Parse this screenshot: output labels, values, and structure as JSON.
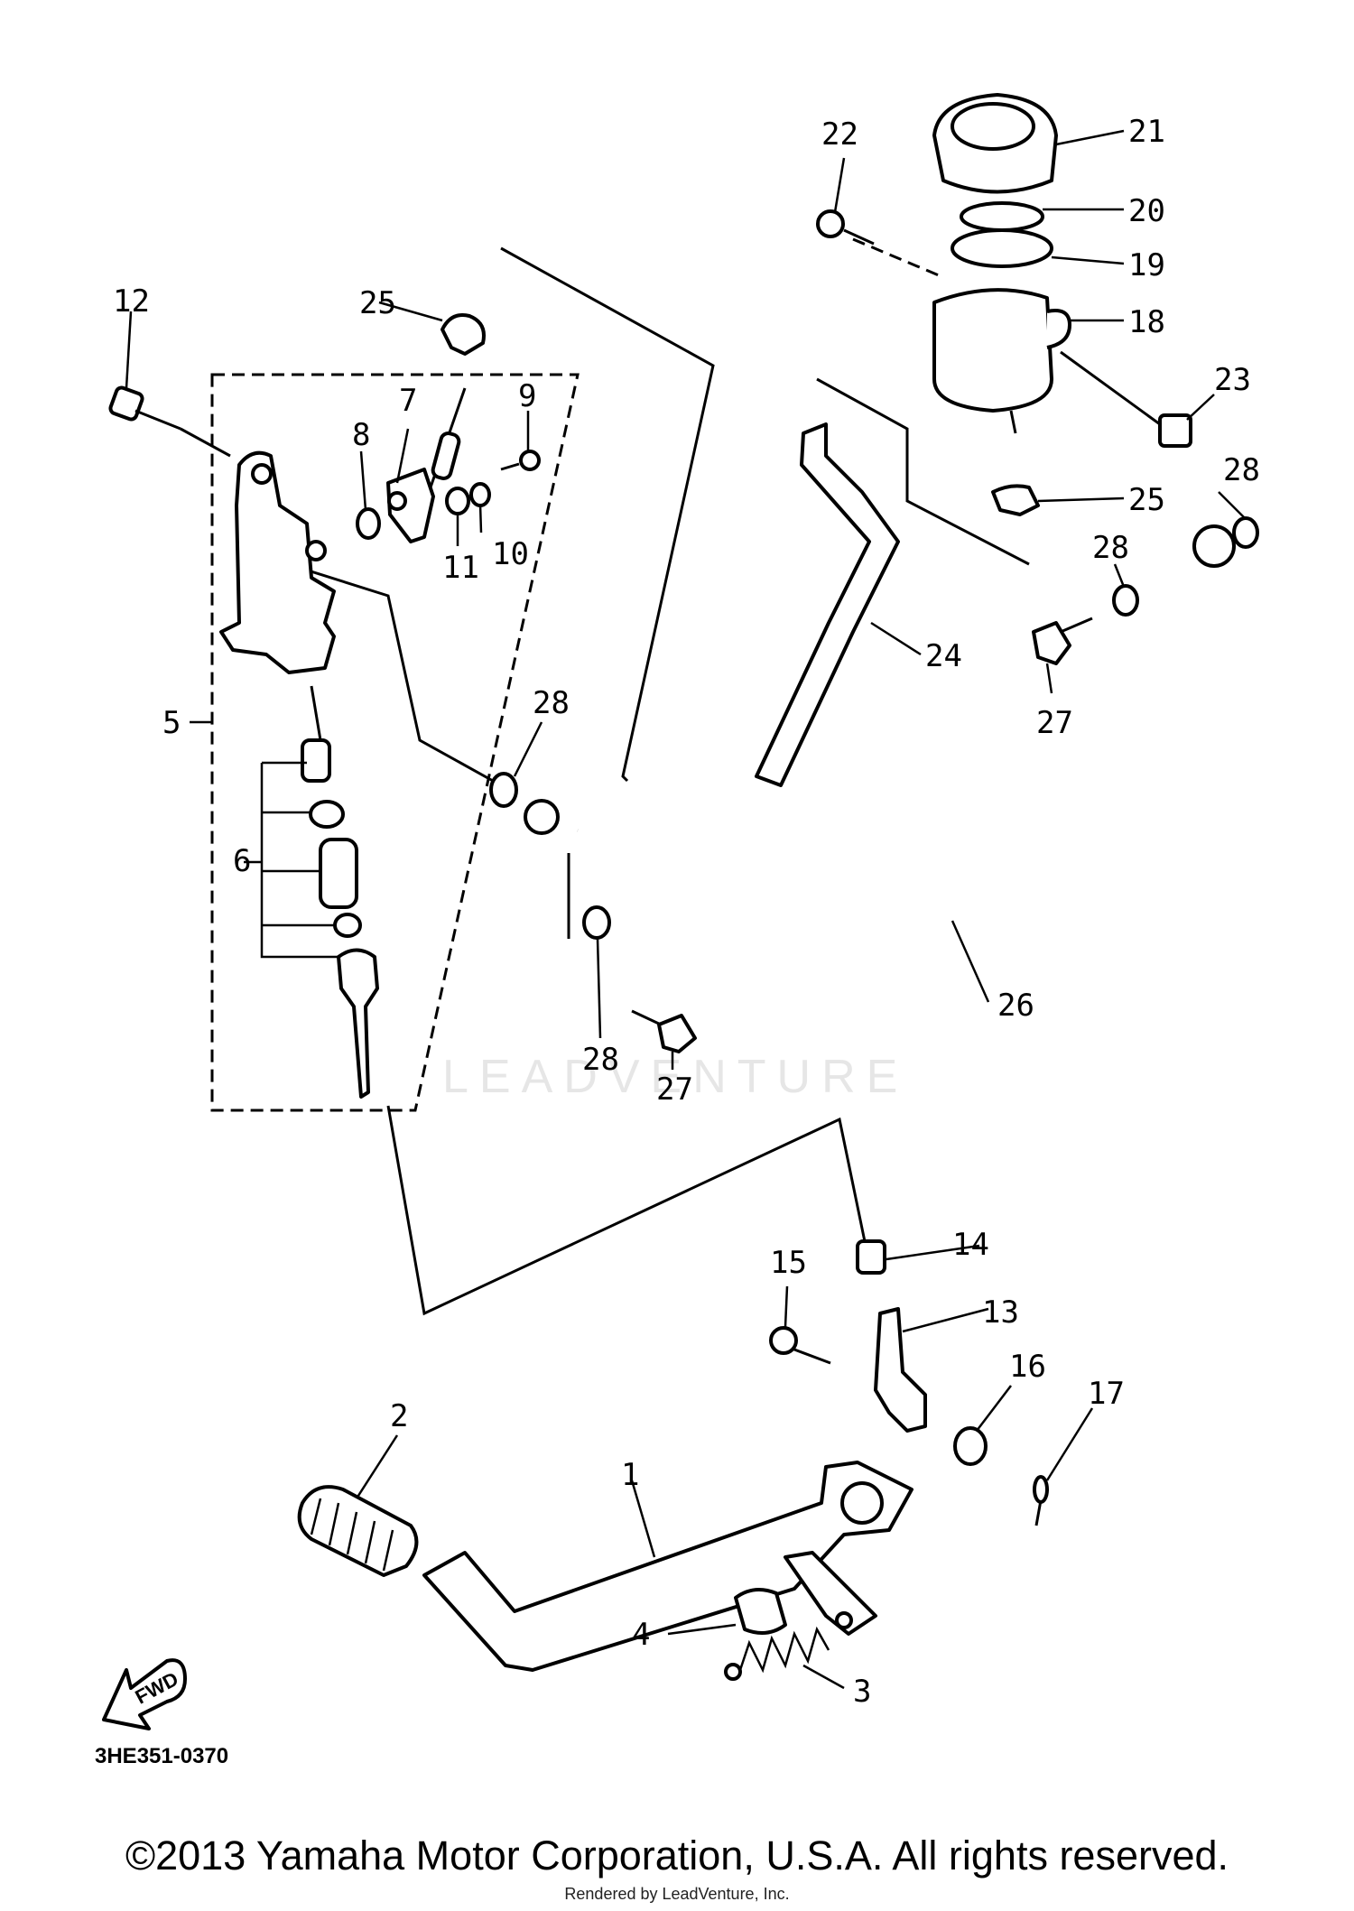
{
  "diagram": {
    "callouts": [
      {
        "id": "1",
        "label": "1"
      },
      {
        "id": "2",
        "label": "2"
      },
      {
        "id": "3",
        "label": "3"
      },
      {
        "id": "4",
        "label": "4"
      },
      {
        "id": "5",
        "label": "5"
      },
      {
        "id": "6",
        "label": "6"
      },
      {
        "id": "7",
        "label": "7"
      },
      {
        "id": "8",
        "label": "8"
      },
      {
        "id": "9",
        "label": "9"
      },
      {
        "id": "10",
        "label": "10"
      },
      {
        "id": "11",
        "label": "11"
      },
      {
        "id": "12",
        "label": "12"
      },
      {
        "id": "13",
        "label": "13"
      },
      {
        "id": "14",
        "label": "14"
      },
      {
        "id": "15",
        "label": "15"
      },
      {
        "id": "16",
        "label": "16"
      },
      {
        "id": "17",
        "label": "17"
      },
      {
        "id": "18",
        "label": "18"
      },
      {
        "id": "19",
        "label": "19"
      },
      {
        "id": "20",
        "label": "20"
      },
      {
        "id": "21",
        "label": "21"
      },
      {
        "id": "22",
        "label": "22"
      },
      {
        "id": "23",
        "label": "23"
      },
      {
        "id": "24",
        "label": "24"
      },
      {
        "id": "25a",
        "label": "25"
      },
      {
        "id": "25b",
        "label": "25"
      },
      {
        "id": "26",
        "label": "26"
      },
      {
        "id": "27a",
        "label": "27"
      },
      {
        "id": "27b",
        "label": "27"
      },
      {
        "id": "28a",
        "label": "28"
      },
      {
        "id": "28b",
        "label": "28"
      },
      {
        "id": "28c",
        "label": "28"
      },
      {
        "id": "28d",
        "label": "28"
      }
    ],
    "diagram_code": "3HE351-0370",
    "fwd_label": "FWD",
    "watermark": "LEADVENTURE"
  },
  "footer": {
    "copyright": "©2013 Yamaha Motor Corporation, U.S.A. All rights reserved.",
    "rendered_by": "Rendered by LeadVenture, Inc."
  }
}
